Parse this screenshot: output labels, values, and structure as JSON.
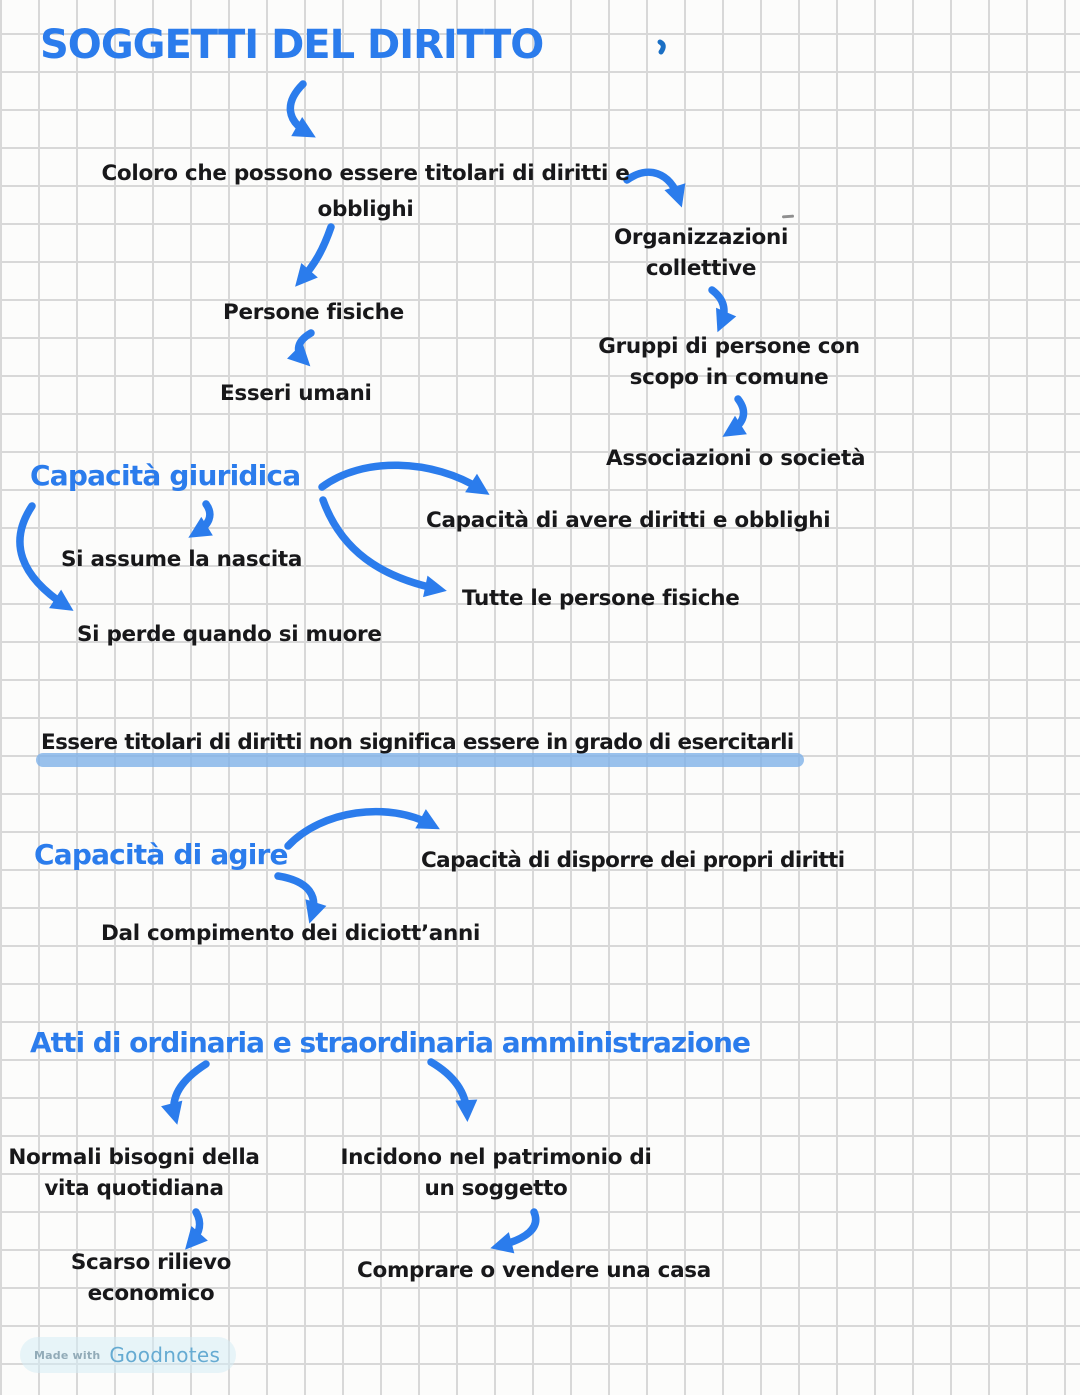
{
  "title": "SOGGETTI DEL DIRITTO",
  "colors": {
    "accent": "#2b7cec",
    "ink": "#18181a",
    "highlight": "#7fb2e8",
    "grid": "#d8d8d8",
    "paper": "#fcfcfb"
  },
  "nodes": {
    "definition": {
      "line1": "Coloro che possono essere titolari di diritti e",
      "line2": "obblighi"
    },
    "organizzazioni": {
      "line1": "Organizzazioni",
      "line2": "collettive"
    },
    "gruppi": {
      "line1": "Gruppi di persone con",
      "line2": "scopo in comune"
    },
    "associazioni": {
      "label": "Associazioni o società"
    },
    "persone_fisiche": {
      "label": "Persone fisiche"
    },
    "esseri_umani": {
      "label": "Esseri umani"
    },
    "capacita_giuridica": {
      "label": "Capacità giuridica"
    },
    "si_assume": {
      "label": "Si assume la nascita"
    },
    "si_perde": {
      "label": "Si perde quando si muore"
    },
    "capacita_avere": {
      "label": "Capacità di avere diritti e obblighi"
    },
    "tutte_persone": {
      "label": "Tutte le persone fisiche"
    },
    "statement": {
      "label": "Essere titolari di diritti non significa essere in grado di esercitarli"
    },
    "capacita_agire": {
      "label": "Capacità di agire"
    },
    "capacita_disporre": {
      "label": "Capacità di disporre dei propri diritti"
    },
    "dal_compimento": {
      "label": "Dal compimento dei diciott’anni"
    },
    "atti": {
      "label": "Atti di ordinaria e straordinaria amministrazione"
    },
    "normali_bisogni": {
      "line1": "Normali bisogni della",
      "line2": "vita quotidiana"
    },
    "incidono": {
      "line1": "Incidono nel patrimonio di",
      "line2": "un soggetto"
    },
    "scarso_rilievo": {
      "line1": "Scarso rilievo",
      "line2": "economico"
    },
    "comprare": {
      "label": "Comprare o vendere una casa"
    }
  },
  "watermark": {
    "prefix": "Made with",
    "brand": "Goodnotes"
  }
}
